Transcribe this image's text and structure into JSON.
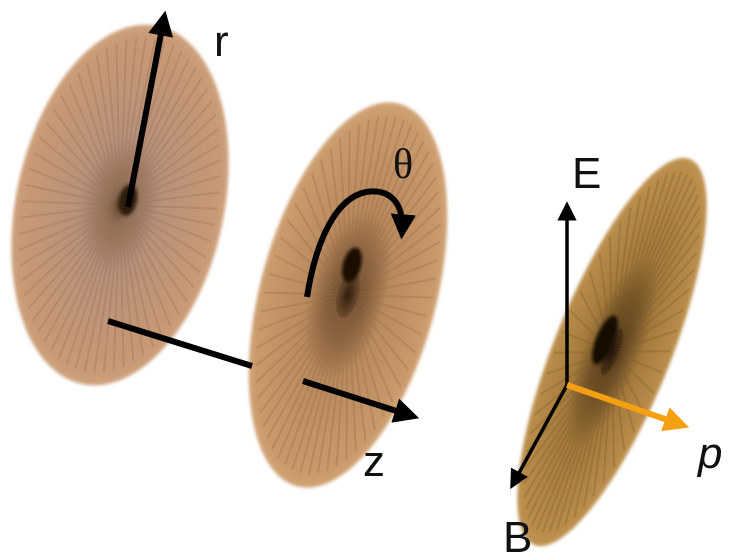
{
  "labels": {
    "r": "r",
    "theta": "θ",
    "z": "z",
    "e": "E",
    "b": "B",
    "p": "p"
  },
  "colors": {
    "disc": "#b8875a",
    "disc_light": "#d2a272",
    "disc_dark": "#5a3e26",
    "disc_gold": "#a97f3c",
    "arrow": "#000000",
    "momentum_arrow": "#f5a012",
    "background": "#ffffff"
  },
  "elements": {
    "discs": [
      "radial-disc",
      "rotating-disc",
      "tilted-disc"
    ],
    "arrows": [
      "r-axis-arrow",
      "theta-rotation-arrow",
      "z-axis-arrow",
      "e-field-arrow",
      "b-field-arrow",
      "p-momentum-arrow"
    ]
  }
}
